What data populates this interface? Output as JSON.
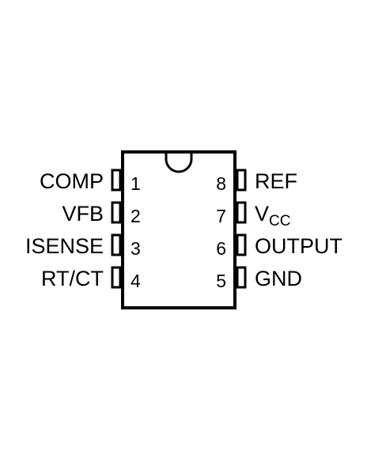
{
  "pins_left": [
    {
      "number": "1",
      "name": "COMP"
    },
    {
      "number": "2",
      "name": "VFB"
    },
    {
      "number": "3",
      "name": "ISENSE"
    },
    {
      "number": "4",
      "name": "RT/CT"
    }
  ],
  "pins_right": [
    {
      "number": "8",
      "name": "REF",
      "subscript": ""
    },
    {
      "number": "7",
      "name": "V",
      "subscript": "CC"
    },
    {
      "number": "6",
      "name": "OUTPUT",
      "subscript": ""
    },
    {
      "number": "5",
      "name": "GND",
      "subscript": ""
    }
  ],
  "colors": {
    "stroke": "#000000",
    "background": "#ffffff"
  }
}
